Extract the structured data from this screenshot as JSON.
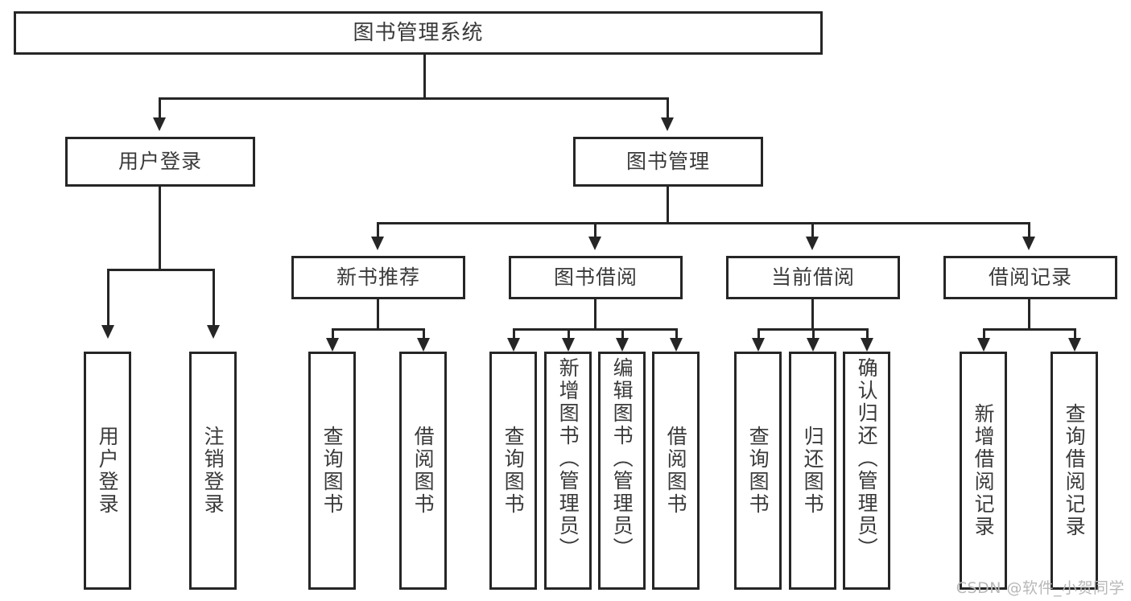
{
  "diagram": {
    "title": "图书管理系统",
    "type": "hierarchy-tree",
    "watermark": "CSDN @软件_小贺同学",
    "colors": {
      "stroke": "#262626",
      "fill": "#ffffff",
      "text": "#3a3a3a",
      "watermark": "#b8b8b8"
    },
    "root": {
      "label": "图书管理系统"
    },
    "level2": [
      {
        "label": "用户登录"
      },
      {
        "label": "图书管理"
      }
    ],
    "level3": [
      {
        "label": "新书推荐"
      },
      {
        "label": "图书借阅"
      },
      {
        "label": "当前借阅"
      },
      {
        "label": "借阅记录"
      }
    ],
    "leaves": {
      "user_login": [
        {
          "label": "用户登录"
        },
        {
          "label": "注销登录"
        }
      ],
      "new_book_recommend": [
        {
          "label": "查询图书"
        },
        {
          "label": "借阅图书"
        }
      ],
      "book_borrow": [
        {
          "label": "查询图书"
        },
        {
          "label": "新增图书（管理员）"
        },
        {
          "label": "编辑图书（管理员）"
        },
        {
          "label": "借阅图书"
        }
      ],
      "current_borrow": [
        {
          "label": "查询图书"
        },
        {
          "label": "归还图书"
        },
        {
          "label": "确认归还（管理员）"
        }
      ],
      "borrow_record": [
        {
          "label": "新增借阅记录"
        },
        {
          "label": "查询借阅记录"
        }
      ]
    }
  }
}
